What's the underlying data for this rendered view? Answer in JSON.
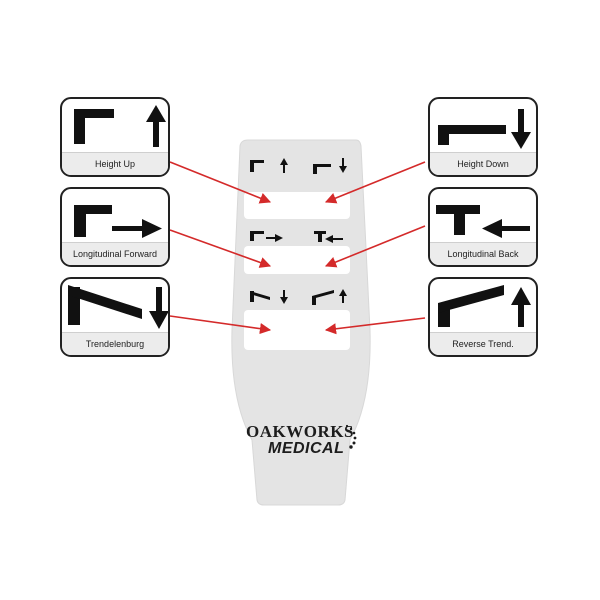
{
  "legend": [
    {
      "key": "height-up",
      "label": "Height Up",
      "icon": "height-up-icon"
    },
    {
      "key": "height-down",
      "label": "Height Down",
      "icon": "height-down-icon"
    },
    {
      "key": "longitudinal-forward",
      "label": "Longitudinal Forward",
      "icon": "longitudinal-forward-icon"
    },
    {
      "key": "longitudinal-back",
      "label": "Longitudinal Back",
      "icon": "longitudinal-back-icon"
    },
    {
      "key": "trendelenburg",
      "label": "Trendelenburg",
      "icon": "trendelenburg-icon"
    },
    {
      "key": "reverse-trend",
      "label": "Reverse Trend.",
      "icon": "reverse-trend-icon"
    }
  ],
  "brand": {
    "line1": "OAKWORKS",
    "line2": "MEDICAL"
  },
  "colors": {
    "arrow": "#d42a2a",
    "remote_body": "#e4e4e4",
    "icon": "#111111",
    "label_band": "#ececec",
    "brand_dots": "#1d1d1d"
  }
}
